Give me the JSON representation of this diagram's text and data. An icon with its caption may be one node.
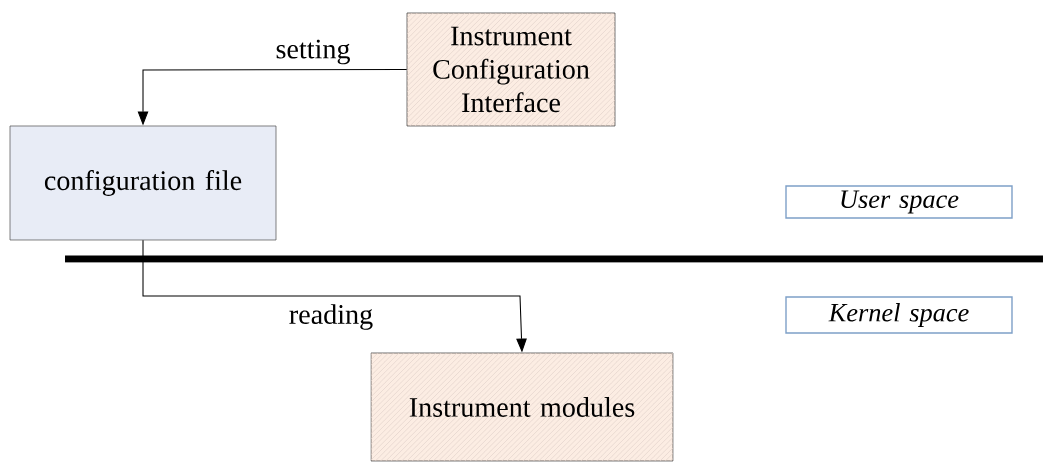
{
  "diagram": {
    "nodes": [
      {
        "text": [
          "Instrument Configuration Interface"
        ]
      },
      {
        "text": [
          "configuration file"
        ]
      },
      {
        "text": [
          "User space"
        ]
      },
      {
        "text": [
          "Kernel space"
        ]
      },
      {
        "text": [
          "Instrument modules"
        ]
      }
    ],
    "edges": [
      {
        "from": 0,
        "to": 1,
        "arrow": "to",
        "label": "setting"
      },
      {
        "from": 1,
        "to": 4,
        "arrow": "to",
        "label": "reading"
      }
    ]
  }
}
